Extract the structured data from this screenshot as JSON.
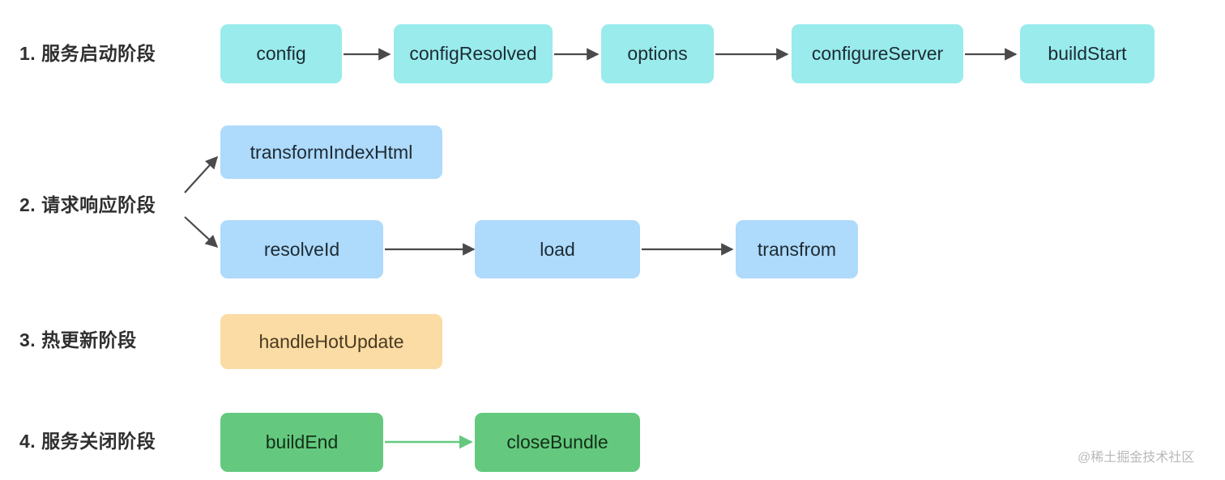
{
  "diagram": {
    "title_watermark": "@稀土掘金技术社区",
    "colors": {
      "cyan": "#99ebec",
      "blue": "#aedafc",
      "orange": "#fbdca5",
      "green": "#64c97f",
      "arrow_dark": "#4a4a4a",
      "arrow_green": "#64c97f",
      "label_text": "#2f2f2f"
    },
    "stages": [
      {
        "label": "1. 服务启动阶段",
        "nodes": [
          {
            "name": "config"
          },
          {
            "name": "configResolved"
          },
          {
            "name": "options"
          },
          {
            "name": "configureServer"
          },
          {
            "name": "buildStart"
          }
        ]
      },
      {
        "label": "2. 请求响应阶段",
        "nodes": [
          {
            "name": "transformIndexHtml"
          },
          {
            "name": "resolveId"
          },
          {
            "name": "load"
          },
          {
            "name": "transfrom"
          }
        ]
      },
      {
        "label": "3. 热更新阶段",
        "nodes": [
          {
            "name": "handleHotUpdate"
          }
        ]
      },
      {
        "label": "4. 服务关闭阶段",
        "nodes": [
          {
            "name": "buildEnd"
          },
          {
            "name": "closeBundle"
          }
        ]
      }
    ]
  }
}
